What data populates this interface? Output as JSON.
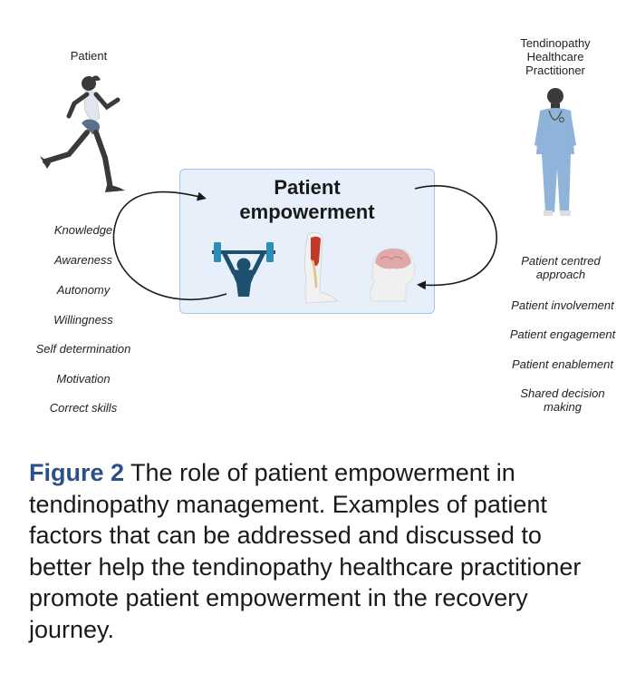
{
  "patient_label": "Patient",
  "practitioner_label": [
    "Tendinopathy",
    "Healthcare",
    "Practitioner"
  ],
  "center": {
    "title_lines": [
      "Patient",
      "empowerment"
    ]
  },
  "patient_factors": [
    "Knowledge",
    "Awareness",
    "Autonomy",
    "Willingness",
    "Self determination",
    "Motivation",
    "Correct skills"
  ],
  "practitioner_factors": [
    [
      "Patient centred",
      "approach"
    ],
    [
      "Patient involvement"
    ],
    [
      "Patient engagement"
    ],
    [
      "Patient enablement"
    ],
    [
      "Shared decision",
      "making"
    ]
  ],
  "caption": {
    "figure_label": "Figure 2",
    "text": " The role of patient empowerment in tendinopathy management. Examples of patient factors that can be addressed and discussed to better help the tendinopathy healthcare practitioner promote patient empowerment in the recovery journey."
  },
  "colors": {
    "box_fill": "#e7f0fa",
    "box_border": "#a9c4e2",
    "figure_label": "#2b4f8a",
    "runner_skin": "#3a3a3a",
    "scrubs": "#8fb3d9",
    "weight": "#1d4f6e",
    "leg_muscle": "#c0392b",
    "brain": "#e0a9a9"
  },
  "icons": [
    "runner-icon",
    "practitioner-icon",
    "weightlifter-icon",
    "leg-tendon-icon",
    "brain-head-icon",
    "cycle-arrow-left-icon",
    "cycle-arrow-right-icon"
  ]
}
